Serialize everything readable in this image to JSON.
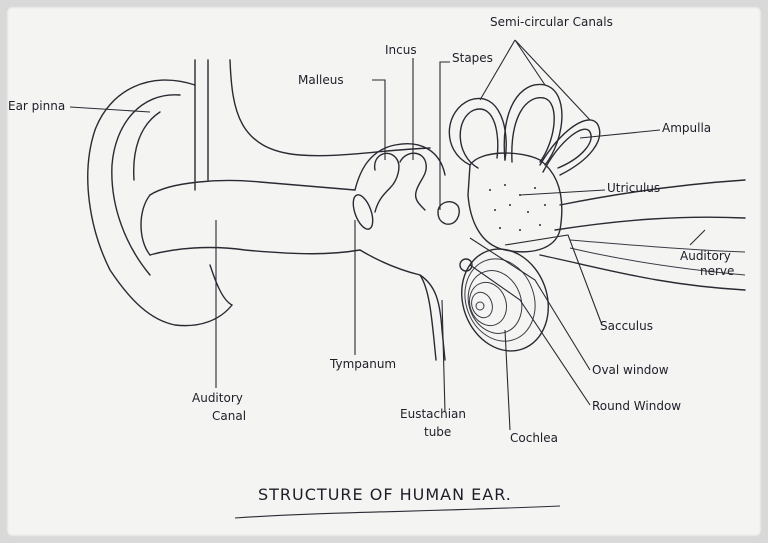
{
  "diagram": {
    "title": "STRUCTURE OF HUMAN EAR.",
    "labels": {
      "ear_pinna": "Ear pinna",
      "malleus": "Malleus",
      "incus": "Incus",
      "stapes": "Stapes",
      "semicircular_canals": "Semi-circular Canals",
      "ampulla": "Ampulla",
      "utriculus": "Utriculus",
      "auditory_nerve_line1": "Auditory",
      "auditory_nerve_line2": "nerve",
      "sacculus": "Sacculus",
      "oval_window": "Oval window",
      "round_window": "Round Window",
      "cochlea": "Cochlea",
      "eustachian_tube_line1": "Eustachian",
      "eustachian_tube_line2": "tube",
      "tympanum": "Tympanum",
      "auditory_canal_line1": "Auditory",
      "auditory_canal_line2": "Canal"
    }
  }
}
